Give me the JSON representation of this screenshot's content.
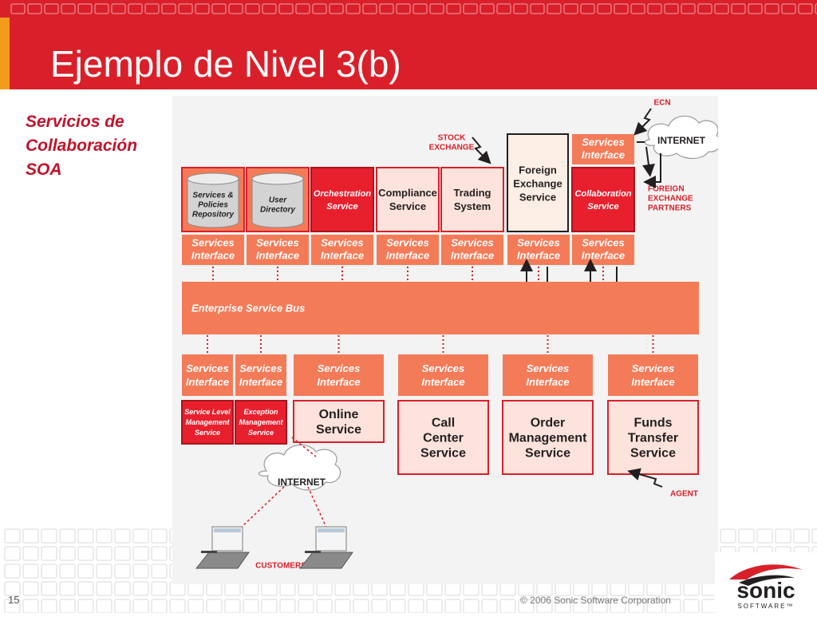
{
  "slide": {
    "title": "Ejemplo de Nivel 3(b)",
    "subtitle": "Servicios de\nCollaboración\nSOA",
    "page_number": "15",
    "copyright": "© 2006 Sonic Software Corporation",
    "logo": {
      "text_main": "sonic",
      "text_sub": "SOFTWARE™"
    }
  },
  "colors": {
    "brand_red": "#d9202a",
    "accent_orange": "#f39c1b",
    "salmon": "#f47b58",
    "box_pink": "#fde3dc",
    "box_border": "#d9202a",
    "foreign_fill": "#fdeee6",
    "diagram_bg": "#f3f3f3",
    "text_dark": "#231f20"
  },
  "diagram": {
    "top_services": [
      {
        "label": "Services &\nPolicies\nRepository",
        "kind": "database"
      },
      {
        "label": "User\nDirectory",
        "kind": "database"
      },
      {
        "label": "Orchestration\nService",
        "kind": "red"
      },
      {
        "label": "Compliance\nService",
        "kind": "pink"
      },
      {
        "label": "Trading\nSystem",
        "kind": "pink"
      },
      {
        "label": "Foreign\nExchange\nService",
        "kind": "foreign"
      },
      {
        "label": "Collaboration\nService",
        "kind": "red"
      }
    ],
    "top_interfaces": [
      "Services\nInterface",
      "Services\nInterface",
      "Services\nInterface",
      "Services\nInterface",
      "Services\nInterface",
      "Services\nInterface",
      "Services\nInterface"
    ],
    "top_right_interface": "Services\nInterface",
    "esb_label": "Enterprise Service Bus",
    "bottom_interfaces": [
      "Services\nInterface",
      "Services\nInterface",
      "Services\nInterface",
      "Services\nInterface",
      "Services\nInterface",
      "Services\nInterface"
    ],
    "bottom_services": [
      {
        "label": "Service Level\nManagement\nService",
        "kind": "red"
      },
      {
        "label": "Exception\nManagement\nService",
        "kind": "red"
      },
      {
        "label": "Online\nService",
        "kind": "pink"
      },
      {
        "label": "Call\nCenter\nService",
        "kind": "pink"
      },
      {
        "label": "Order\nManagement\nService",
        "kind": "pink"
      },
      {
        "label": "Funds\nTransfer\nService",
        "kind": "pink"
      }
    ],
    "external": {
      "ecn": "ECN",
      "internet_top": "INTERNET",
      "stock_exchange": "STOCK\nEXCHANGE",
      "foreign_partners": "FOREIGN\nEXCHANGE\nPARTNERS",
      "agent": "AGENT",
      "internet_bottom": "INTERNET",
      "customers": "CUSTOMERS"
    }
  }
}
